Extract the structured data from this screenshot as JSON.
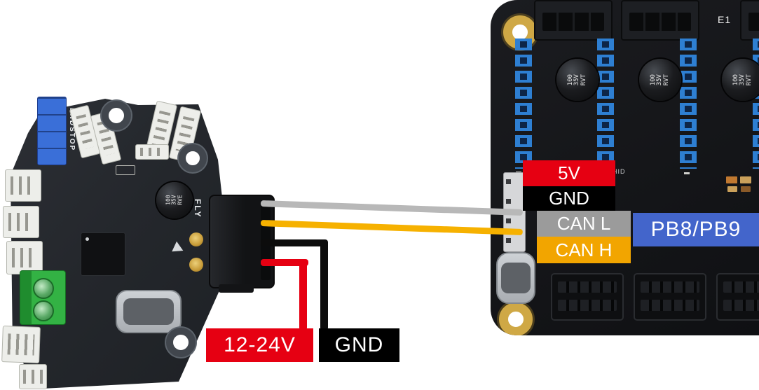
{
  "pin_labels": {
    "v5": {
      "text": "5V",
      "bg": "#e60012"
    },
    "gnd": {
      "text": "GND",
      "bg": "#000000"
    },
    "can_l": {
      "text": "CAN L",
      "bg": "#9b9b9b"
    },
    "can_h": {
      "text": "CAN H",
      "bg": "#f2a500"
    },
    "pb": {
      "text": "PB8/PB9",
      "bg": "#4365cb"
    }
  },
  "power_labels": {
    "vin": {
      "text": "12-24V",
      "bg": "#e60012"
    },
    "gnd": {
      "text": "GND",
      "bg": "#000000"
    }
  },
  "wire_colors": {
    "can_l": "#b8b8b8",
    "can_h": "#f6b100",
    "gnd": "#0c0c0c",
    "vin": "#e60012"
  },
  "toolhead_board": {
    "endstop_silkscreen": "ENDSTOP",
    "capacitor_text": "100 35V RVE",
    "logo_text": "FLY"
  },
  "mainboard": {
    "driver_label": "E1",
    "capacitor_text": "100 35V RVT",
    "silkscreen_text": "HID"
  }
}
